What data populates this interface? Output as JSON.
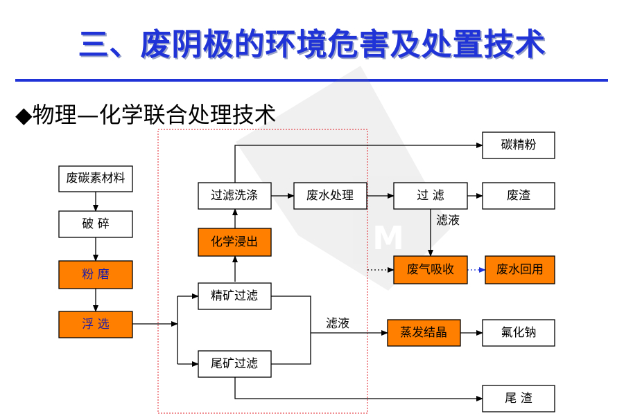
{
  "title": "三、废阴极的环境危害及处置技术",
  "subtitle": "◆物理—化学联合处理技术",
  "colors": {
    "title": "#1f33d6",
    "highlight": "#ff7f00",
    "rule": "#1f33d6",
    "dotted_box": "#e0202a"
  },
  "diagram": {
    "nodes": {
      "waste_carbon": "废碳素材料",
      "crush": "破 碎",
      "grind": "粉 磨",
      "flotation": "浮 选",
      "concentrate_filter": "精矿过滤",
      "tailing_filter": "尾矿过滤",
      "chem_leach": "化学浸出",
      "filter_wash": "过滤洗涤",
      "wastewater_treat": "废水处理",
      "filter2": "过 滤",
      "residue": "废渣",
      "carbon_powder": "碳精粉",
      "gas_absorb": "废气吸收",
      "water_reuse": "废水回用",
      "evap_crystal": "蒸发结晶",
      "sodium_fluoride": "氟化钠",
      "tail_residue": "尾 渣"
    },
    "labels": {
      "filtrate1": "滤液",
      "filtrate2": "滤液"
    }
  }
}
